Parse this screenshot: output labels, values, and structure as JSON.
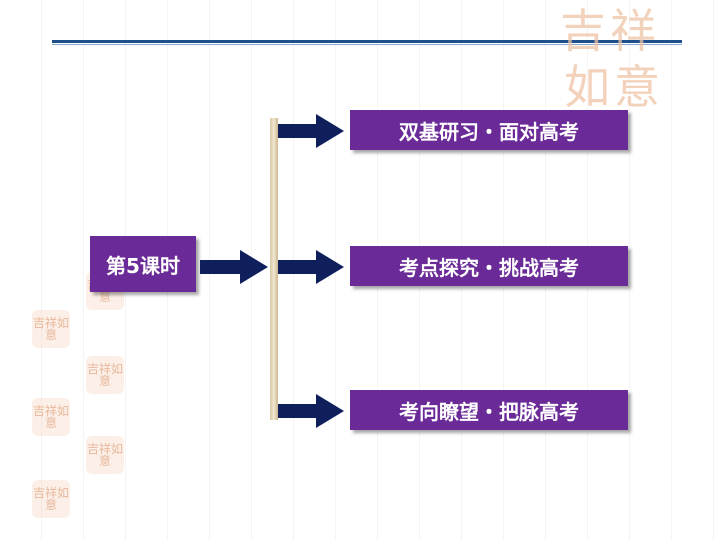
{
  "diagram": {
    "root": {
      "label": "第5课时"
    },
    "items": [
      {
        "label": "双基研习・面对高考"
      },
      {
        "label": "考点探究・挑战高考"
      },
      {
        "label": "考向瞭望・把脉高考"
      }
    ]
  },
  "decor": {
    "seal_big": {
      "line1": "吉祥",
      "line2": "如意"
    },
    "seal_small": "吉祥如意"
  },
  "colors": {
    "box_fill": "#6a2a97",
    "arrow_fill": "#0f1f5c",
    "rule": "#1f4e8c",
    "seal": "#f0c4a6"
  }
}
